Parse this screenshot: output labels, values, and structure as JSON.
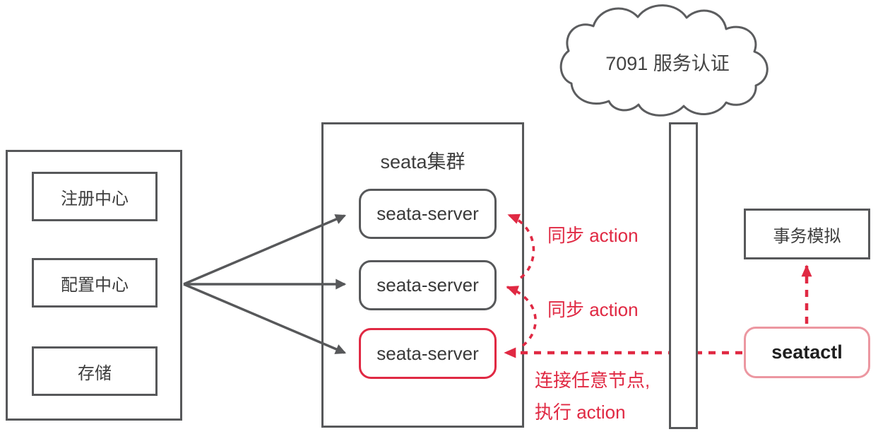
{
  "colors": {
    "line_gray": "#57585a",
    "accent_red": "#e02943",
    "accent_pink": "#ec97a1",
    "text_dark": "#3d3d3d"
  },
  "cloud": {
    "label": "7091 服务认证"
  },
  "infra_panel": {
    "items": [
      {
        "label": "注册中心"
      },
      {
        "label": "配置中心"
      },
      {
        "label": "存储"
      }
    ]
  },
  "cluster": {
    "title": "seata集群",
    "servers": [
      {
        "label": "seata-server",
        "highlight": false
      },
      {
        "label": "seata-server",
        "highlight": false
      },
      {
        "label": "seata-server",
        "highlight": true
      }
    ]
  },
  "right_side": {
    "transaction_sim_label": "事务模拟",
    "seatactl_label": "seatactl"
  },
  "annotations": {
    "sync_action_1": "同步 action",
    "sync_action_2": "同步 action",
    "connect_line_1": "连接任意节点,",
    "connect_line_2": "执行 action"
  }
}
